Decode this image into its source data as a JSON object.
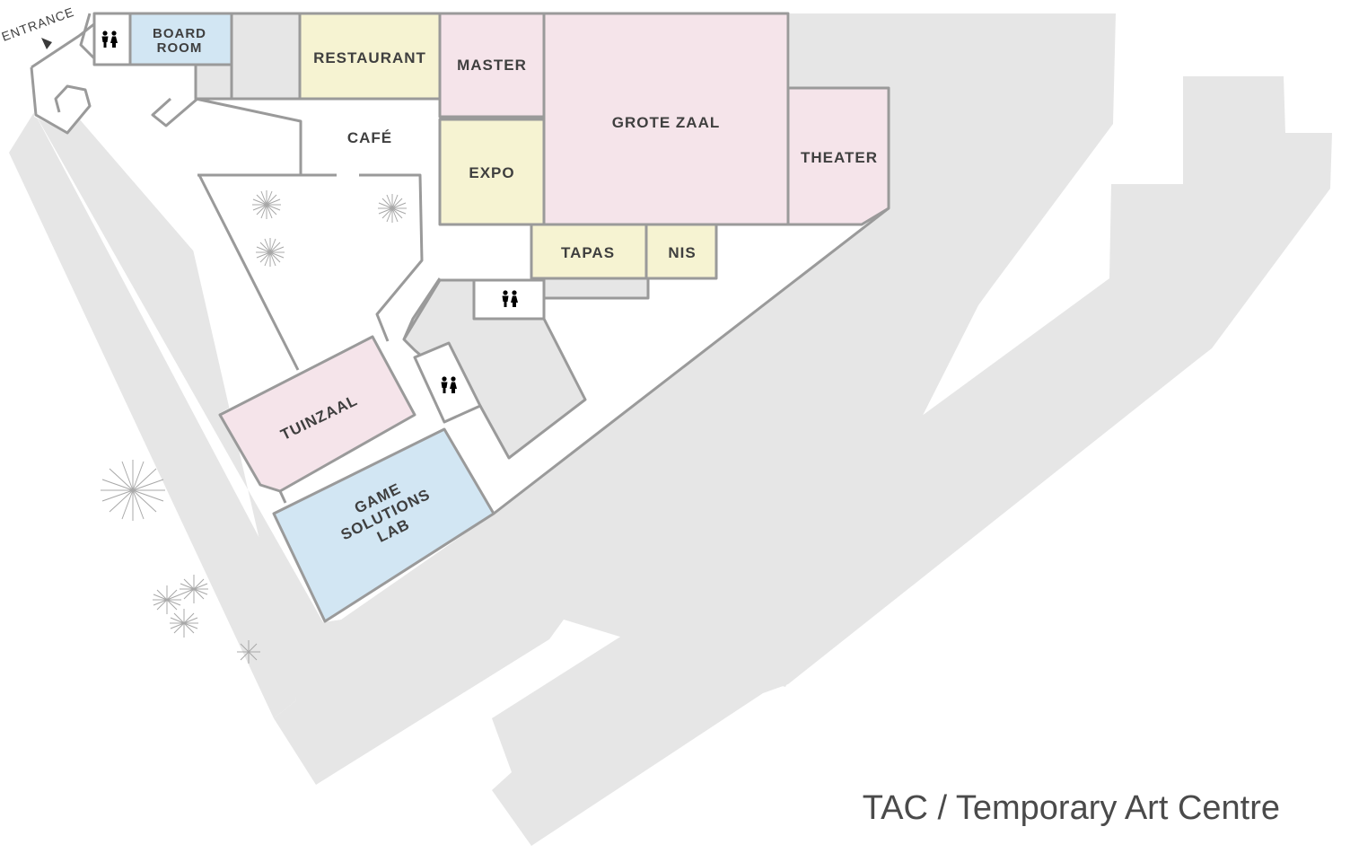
{
  "map": {
    "title": "TAC / Temporary Art Centre",
    "entrance_label": "ENTRANCE",
    "colors": {
      "background_building": "#e6e6e6",
      "wall": "#9a9a9a",
      "pink_room": "#f5e4ea",
      "yellow_room": "#f6f3d2",
      "blue_room": "#d2e6f3",
      "grey_room": "#e6e6e6",
      "corridor": "#ffffff"
    },
    "rooms": {
      "board_room": [
        "BOARD",
        "ROOM"
      ],
      "restaurant": "RESTAURANT",
      "master": "MASTER",
      "grote_zaal": "GROTE ZAAL",
      "theater": "THEATER",
      "cafe": "CAFÉ",
      "expo": "EXPO",
      "tapas": "TAPAS",
      "nis": "NIS",
      "tuinzaal": "TUINZAAL",
      "game_solutions_lab": [
        "GAME",
        "SOLUTIONS",
        "LAB"
      ]
    },
    "icons": {
      "toilet": "restroom-icon",
      "tree": "tree-icon",
      "entrance_arrow": "triangle-arrow-icon"
    }
  }
}
